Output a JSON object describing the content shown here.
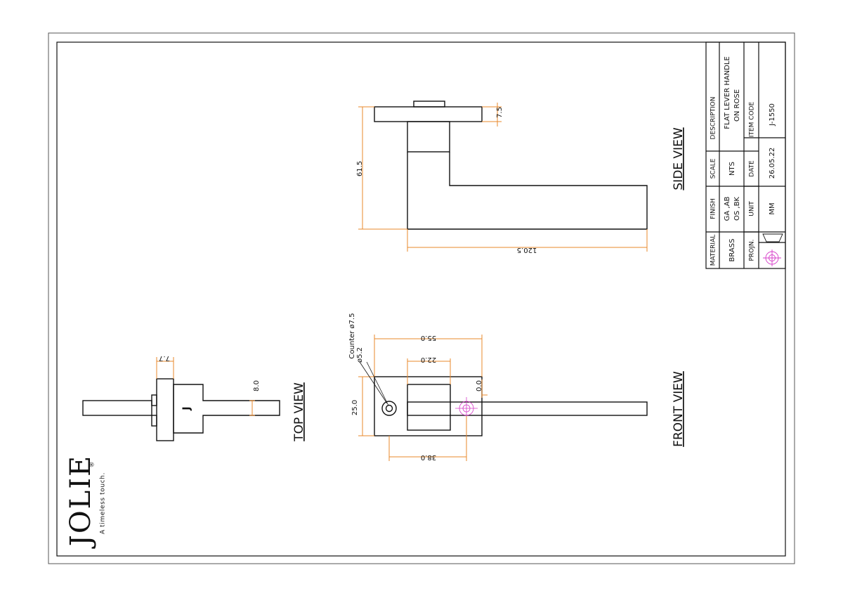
{
  "views": {
    "top": "TOP VIEW",
    "front": "FRONT VIEW",
    "side": "SIDE VIEW"
  },
  "dimensions": {
    "side_rose_thickness": "7.5",
    "side_height": "61.5",
    "side_length": "120.5",
    "front_rose_width": "55.0",
    "front_inner_width": "22.0",
    "front_center_offset": "0.0",
    "front_rose_height": "25.0",
    "front_hole_spacing": "38.0",
    "counter_label": "Counter ø7.5",
    "hole_label": "ø5.2",
    "top_rose_thickness": "7.7",
    "top_lever_thickness": "8.0"
  },
  "brand": {
    "name": "JOLIE",
    "mark": "®",
    "tagline": "A timeless touch.",
    "handed_mark": "J"
  },
  "title_block": {
    "material_label": "MATERIAL",
    "material_value": "BRASS",
    "finish_label": "FINISH",
    "finish_value_1": "GA ,AB",
    "finish_value_2": "OS ,BK",
    "scale_label": "SCALE",
    "scale_value": "NTS",
    "description_label": "DESCRIPTION",
    "description_value_1": "FLAT LEVER HANDLE",
    "description_value_2": "ON ROSE",
    "projection_label": "PROJN.",
    "unit_label": "UNIT",
    "unit_value": "MM",
    "date_label": "DATE",
    "date_value": "26.05.22",
    "item_code_label": "ITEM CODE",
    "item_code_value": "J-1550"
  },
  "colors": {
    "line": "#111111",
    "dimension": "#e8892b",
    "center_mark": "#d63cc8"
  }
}
